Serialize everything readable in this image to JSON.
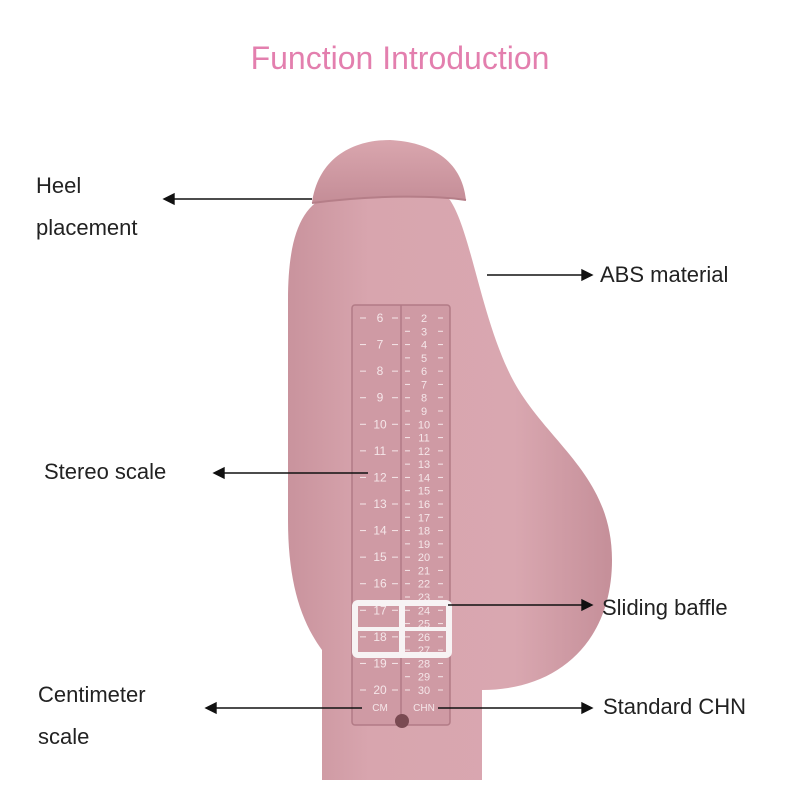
{
  "title": "Function Introduction",
  "labels": {
    "heel_line1": "Heel",
    "heel_line2": "placement",
    "abs": "ABS material",
    "stereo": "Stereo scale",
    "sliding": "Sliding baffle",
    "centimeter_line1": "Centimeter",
    "centimeter_line2": "scale",
    "standard": "Standard CHN"
  },
  "scales": {
    "cm_ticks": [
      "6",
      "7",
      "8",
      "9",
      "10",
      "11",
      "12",
      "13",
      "14",
      "15",
      "16",
      "17",
      "18",
      "19",
      "20"
    ],
    "cm_unit": "CM",
    "chn_ticks": [
      "2",
      "3",
      "4",
      "5",
      "6",
      "7",
      "8",
      "9",
      "10",
      "11",
      "12",
      "13",
      "14",
      "15",
      "16",
      "17",
      "18",
      "19",
      "20",
      "21",
      "22",
      "23",
      "24",
      "25",
      "26",
      "27",
      "28",
      "29",
      "30"
    ],
    "chn_unit": "CHN"
  },
  "colors": {
    "title": "#e37fae",
    "body": "#d6a2ab",
    "body_dark": "#c48c96",
    "text": "#222222",
    "baffle": "#f7f3f4"
  }
}
